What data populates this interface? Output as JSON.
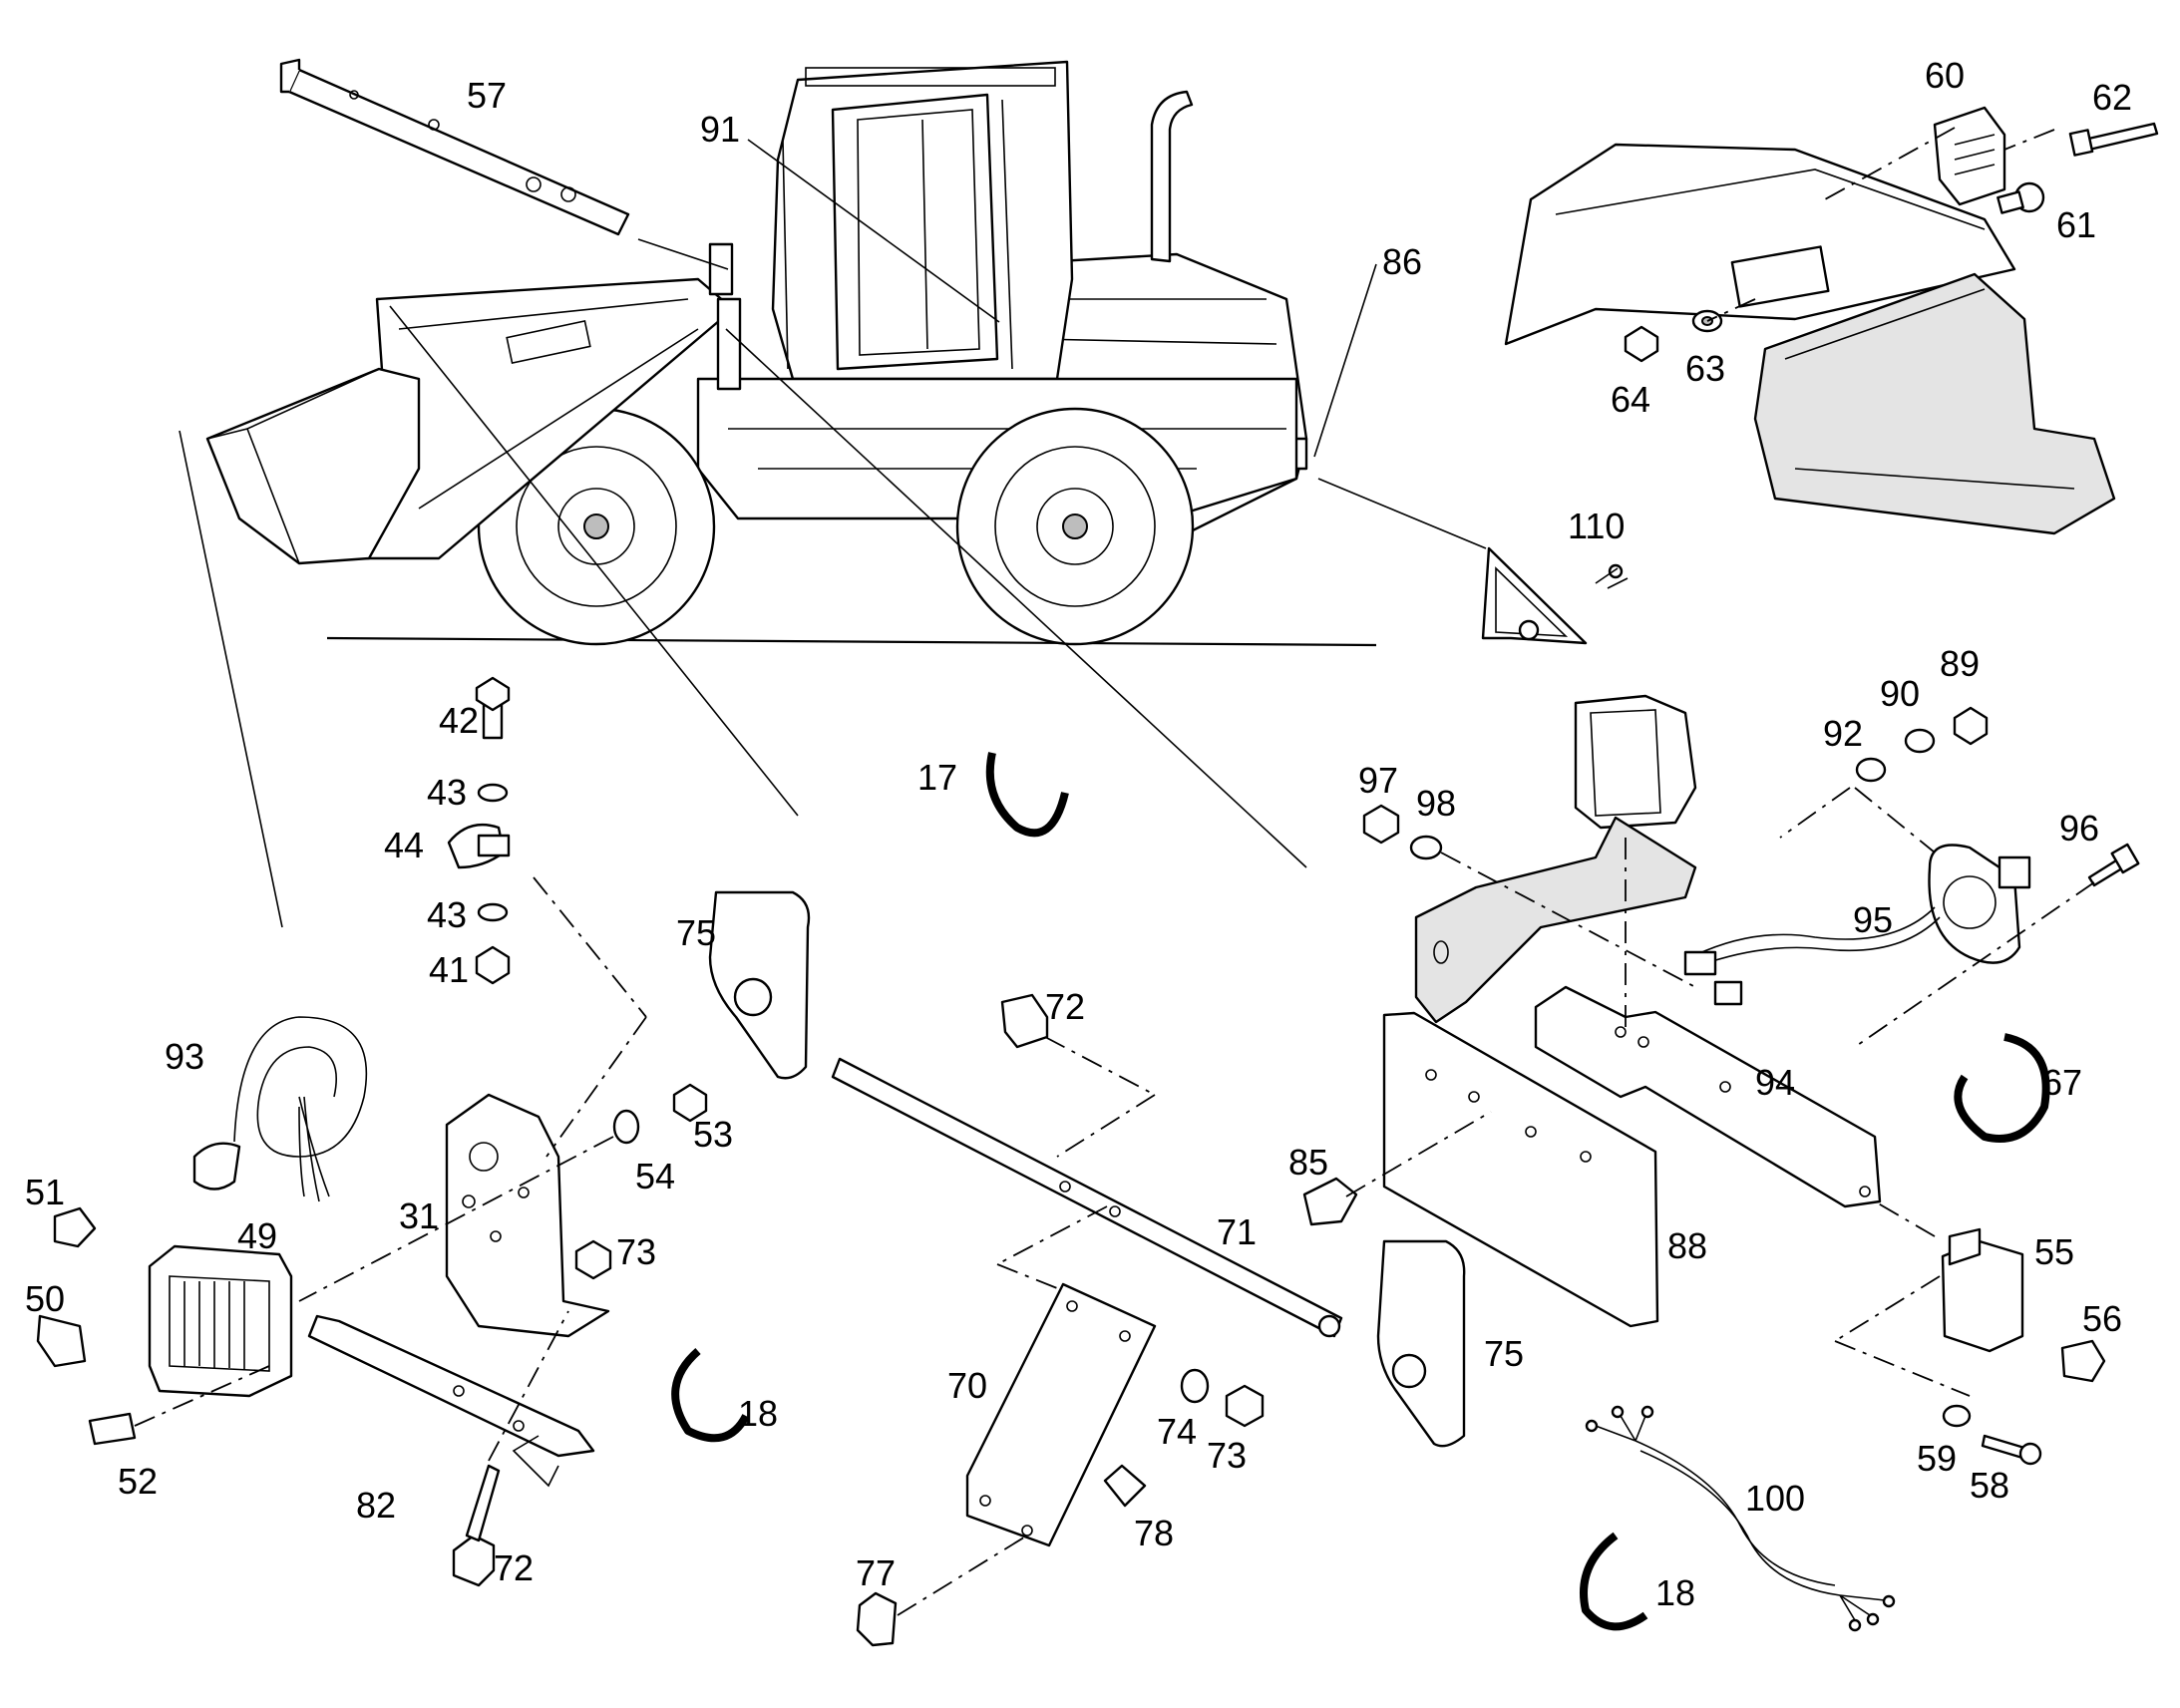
{
  "diagram": {
    "labels": [
      {
        "id": "p57",
        "text": "57"
      },
      {
        "id": "p91",
        "text": "91"
      },
      {
        "id": "p86",
        "text": "86"
      },
      {
        "id": "p60",
        "text": "60"
      },
      {
        "id": "p62",
        "text": "62"
      },
      {
        "id": "p61",
        "text": "61"
      },
      {
        "id": "p64",
        "text": "64"
      },
      {
        "id": "p63",
        "text": "63"
      },
      {
        "id": "p110",
        "text": "110"
      },
      {
        "id": "p42",
        "text": "42"
      },
      {
        "id": "p43a",
        "text": "43"
      },
      {
        "id": "p44",
        "text": "44"
      },
      {
        "id": "p43b",
        "text": "43"
      },
      {
        "id": "p41",
        "text": "41"
      },
      {
        "id": "p17",
        "text": "17"
      },
      {
        "id": "p75a",
        "text": "75"
      },
      {
        "id": "p72a",
        "text": "72"
      },
      {
        "id": "p97",
        "text": "97"
      },
      {
        "id": "p98",
        "text": "98"
      },
      {
        "id": "p92",
        "text": "92"
      },
      {
        "id": "p90",
        "text": "90"
      },
      {
        "id": "p89",
        "text": "89"
      },
      {
        "id": "p96",
        "text": "96"
      },
      {
        "id": "p95",
        "text": "95"
      },
      {
        "id": "p93",
        "text": "93"
      },
      {
        "id": "p53",
        "text": "53"
      },
      {
        "id": "p54",
        "text": "54"
      },
      {
        "id": "p51",
        "text": "51"
      },
      {
        "id": "p49",
        "text": "49"
      },
      {
        "id": "p31",
        "text": "31"
      },
      {
        "id": "p73a",
        "text": "73"
      },
      {
        "id": "p50",
        "text": "50"
      },
      {
        "id": "p52",
        "text": "52"
      },
      {
        "id": "p82",
        "text": "82"
      },
      {
        "id": "p18a",
        "text": "18"
      },
      {
        "id": "p72b",
        "text": "72"
      },
      {
        "id": "p71",
        "text": "71"
      },
      {
        "id": "p70",
        "text": "70"
      },
      {
        "id": "p74",
        "text": "74"
      },
      {
        "id": "p73b",
        "text": "73"
      },
      {
        "id": "p78",
        "text": "78"
      },
      {
        "id": "p77",
        "text": "77"
      },
      {
        "id": "p75b",
        "text": "75"
      },
      {
        "id": "p85",
        "text": "85"
      },
      {
        "id": "p88",
        "text": "88"
      },
      {
        "id": "p94",
        "text": "94"
      },
      {
        "id": "p67",
        "text": "67"
      },
      {
        "id": "p55",
        "text": "55"
      },
      {
        "id": "p56",
        "text": "56"
      },
      {
        "id": "p59",
        "text": "59"
      },
      {
        "id": "p58",
        "text": "58"
      },
      {
        "id": "p100",
        "text": "100"
      },
      {
        "id": "p18b",
        "text": "18"
      }
    ]
  }
}
